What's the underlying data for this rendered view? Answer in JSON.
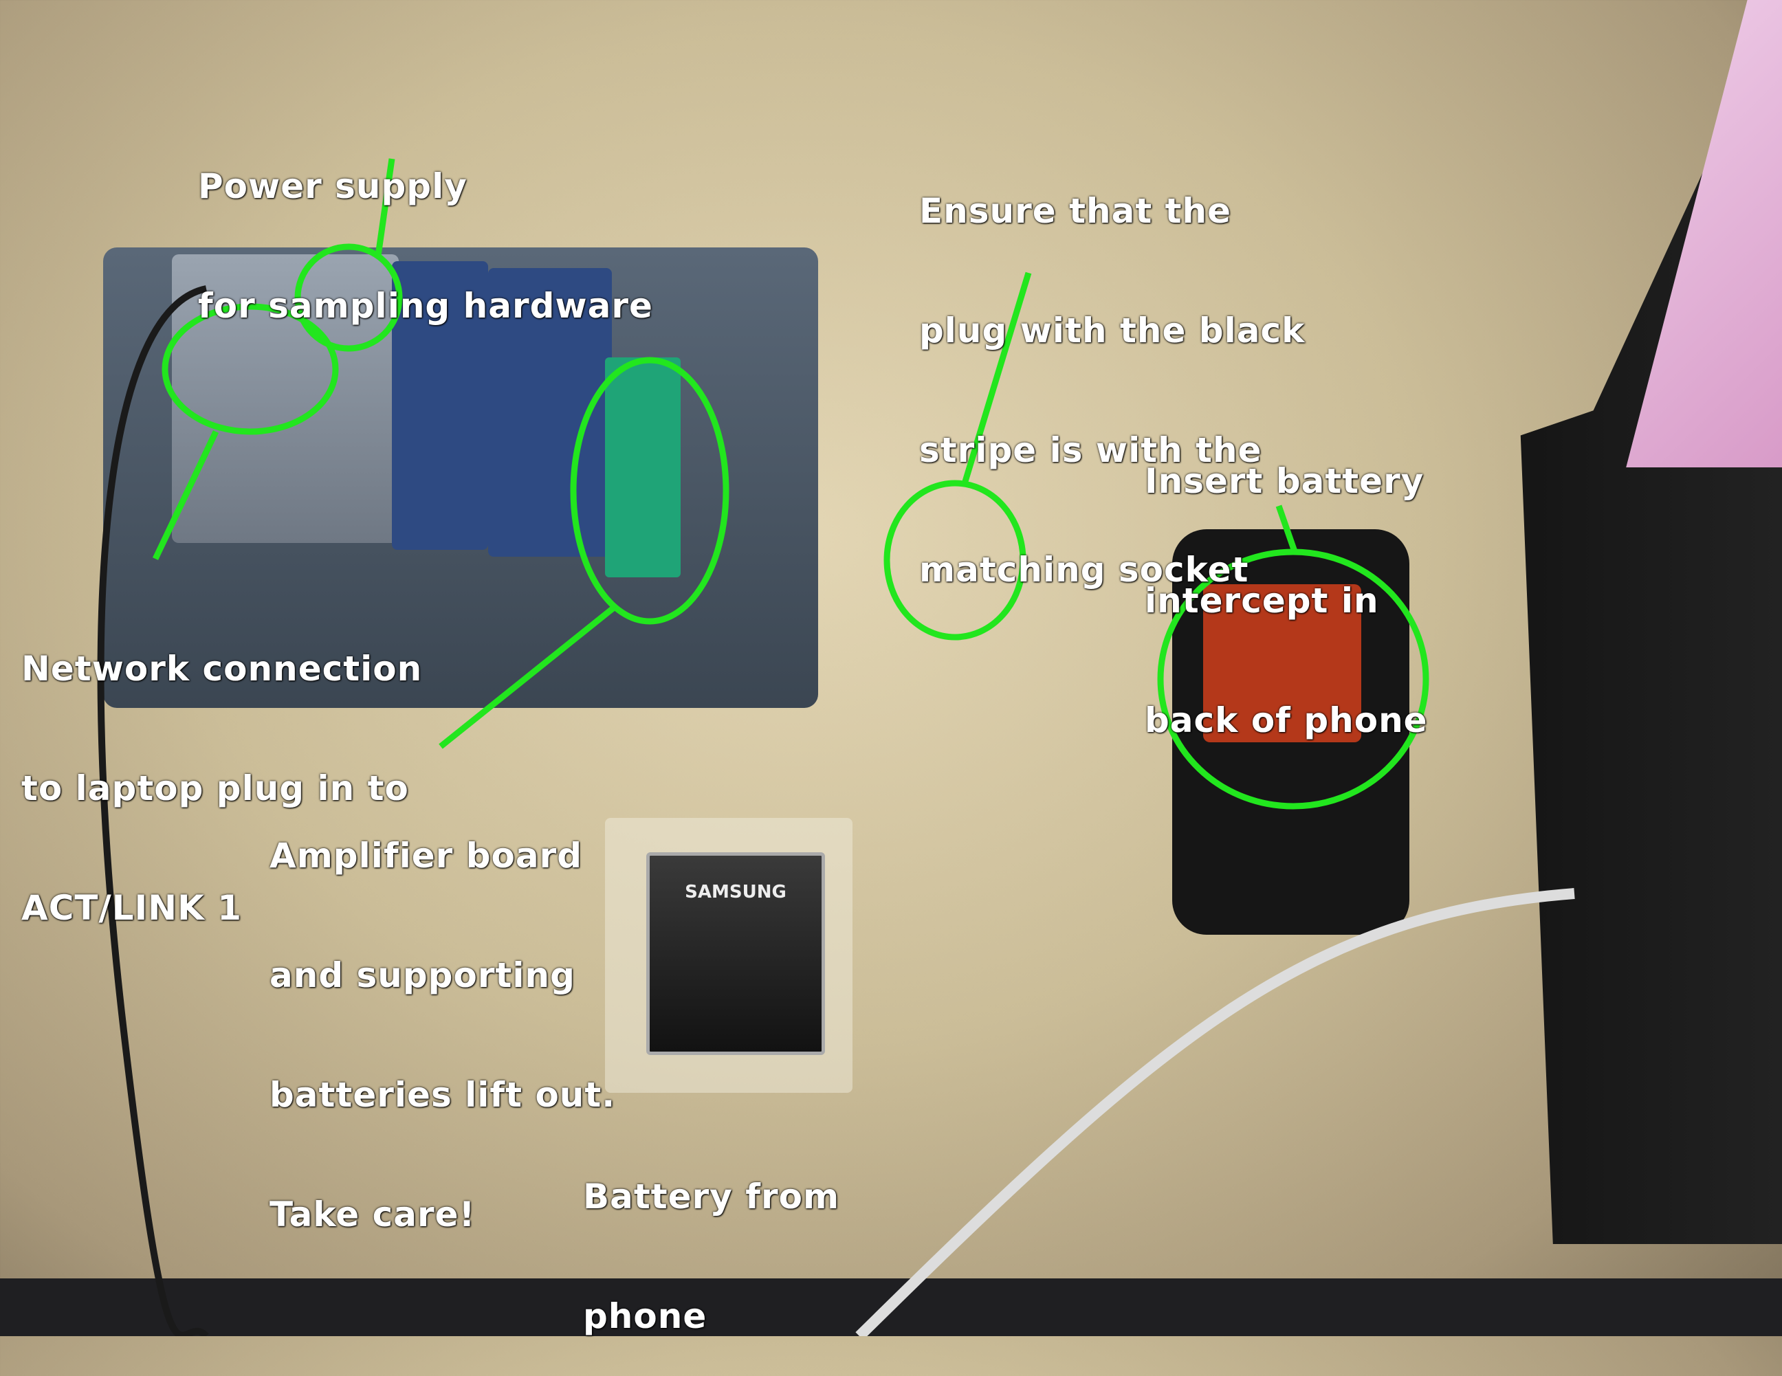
{
  "annotations": {
    "power_supply": [
      "Power supply",
      "for sampling hardware"
    ],
    "plug_stripe": [
      "Ensure that the",
      "plug with the black",
      "stripe is with the",
      "matching socket"
    ],
    "battery_intercept": [
      "Insert battery",
      "intercept in",
      "back of phone"
    ],
    "network": [
      "Network connection",
      "to laptop plug in to",
      "ACT/LINK 1"
    ],
    "amplifier": [
      "Amplifier board",
      "and supporting",
      "batteries lift out.",
      "Take care!"
    ],
    "battery_phone": [
      "Battery from",
      "phone"
    ]
  },
  "battery_brand": "SAMSUNG",
  "colors": {
    "highlight": "#22e61e",
    "desk": "#d8cba8"
  }
}
